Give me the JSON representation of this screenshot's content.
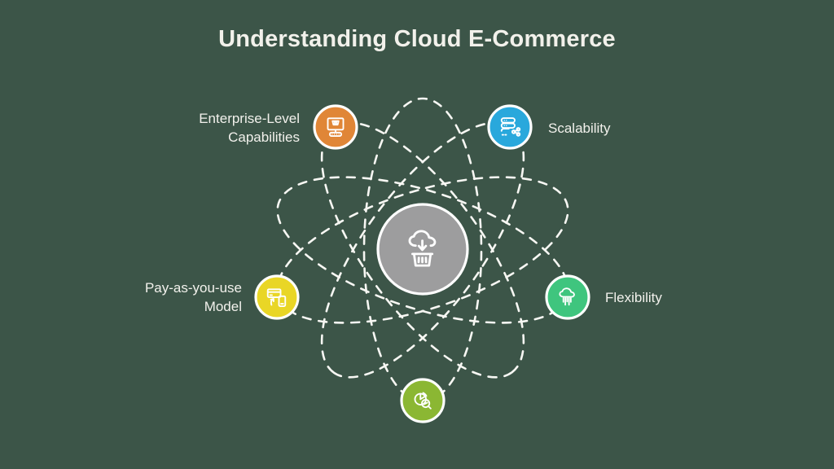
{
  "page": {
    "title": "Understanding Cloud E-Commerce",
    "background": "#3C5548"
  },
  "colors": {
    "dash": "#F7F7F3",
    "ring": "#FFFFFF",
    "center": "#9D9D9E",
    "text": "#F2F1EC"
  },
  "center": {
    "icon": "cloud-download-basket-icon"
  },
  "nodes": [
    {
      "id": "enterprise",
      "label": "Enterprise-Level\nCapabilities",
      "icon": "desktop-cart-icon",
      "color": "#E08637",
      "label_side": "left"
    },
    {
      "id": "scalability",
      "label": "Scalability",
      "icon": "server-stack-share-icon",
      "color": "#29A8DC",
      "label_side": "right"
    },
    {
      "id": "pay",
      "label": "Pay-as-you-use\nModel",
      "icon": "card-device-sync-icon",
      "color": "#E9D626",
      "label_side": "left"
    },
    {
      "id": "flexibility",
      "label": "Flexibility",
      "icon": "cloud-network-icon",
      "color": "#3FC57E",
      "label_side": "right"
    },
    {
      "id": "analytics",
      "label": "",
      "icon": "pie-chart-magnifier-icon",
      "color": "#8BB733",
      "label_side": "none"
    }
  ]
}
